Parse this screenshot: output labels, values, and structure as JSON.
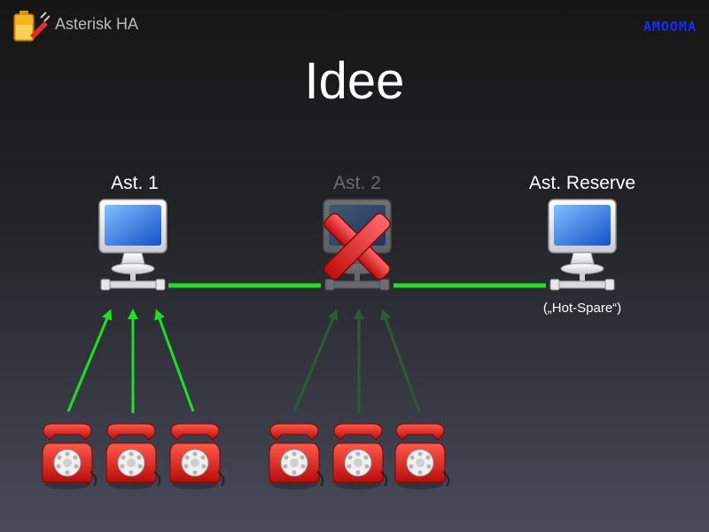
{
  "header": {
    "app_title": "Asterisk HA",
    "brand": "AMOOMA",
    "logo_icon": "battery-plug-icon"
  },
  "slide": {
    "title": "Idee"
  },
  "nodes": [
    {
      "label": "Ast. 1",
      "state": "active",
      "icon": "computer-icon"
    },
    {
      "label": "Ast. 2",
      "state": "failed",
      "icon": "computer-icon",
      "overlay_icon": "red-x-icon"
    },
    {
      "label": "Ast. Reserve",
      "sublabel": "(„Hot-Spare“)",
      "state": "standby",
      "icon": "computer-icon"
    }
  ],
  "phone_groups": [
    {
      "target": "Ast. 1",
      "phones": 3,
      "arrow_color": "#22dd22"
    },
    {
      "target": "Ast. 2",
      "phones": 3,
      "arrow_color": "#2f5a35"
    }
  ],
  "colors": {
    "link_active": "#22dd22",
    "link_dim": "#2f5a35",
    "phone": "#e0201c",
    "fail_x": "#e02424",
    "screen": "#1f6fd8"
  }
}
